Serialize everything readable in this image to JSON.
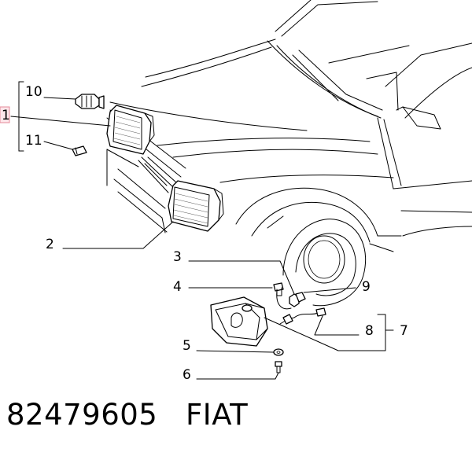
{
  "callouts": {
    "c1": "1",
    "c2": "2",
    "c3": "3",
    "c4": "4",
    "c5": "5",
    "c6": "6",
    "c7": "7",
    "c8": "8",
    "c9": "9",
    "c10": "10",
    "c11": "11"
  },
  "footer": {
    "part_number": "82479605",
    "brand": "FIAT"
  }
}
